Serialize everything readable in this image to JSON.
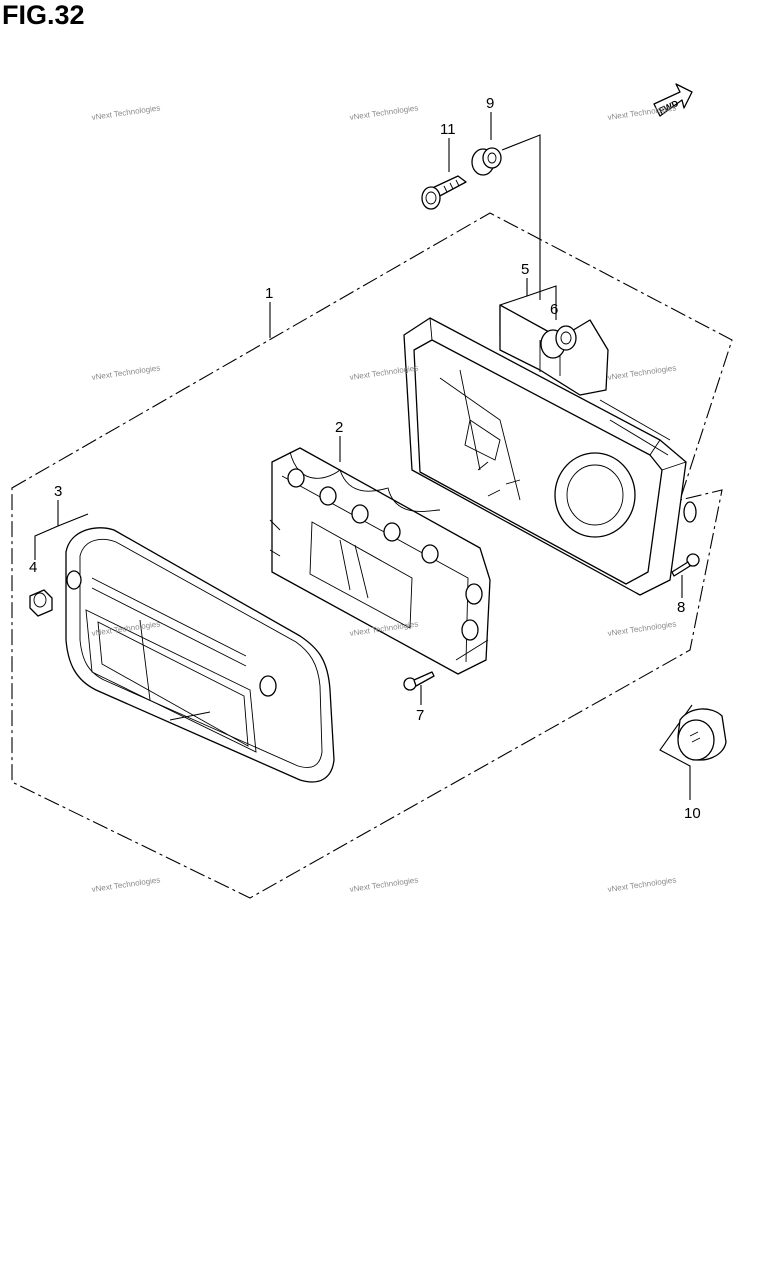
{
  "title": "FIG.32",
  "fwd_label": "FWD",
  "watermark": "vNext Technologies",
  "callouts": [
    "1",
    "2",
    "3",
    "4",
    "5",
    "6",
    "7",
    "8",
    "9",
    "10",
    "11"
  ],
  "colors": {
    "line": "#000000",
    "background": "#ffffff",
    "watermark": "#8a8a8a"
  }
}
